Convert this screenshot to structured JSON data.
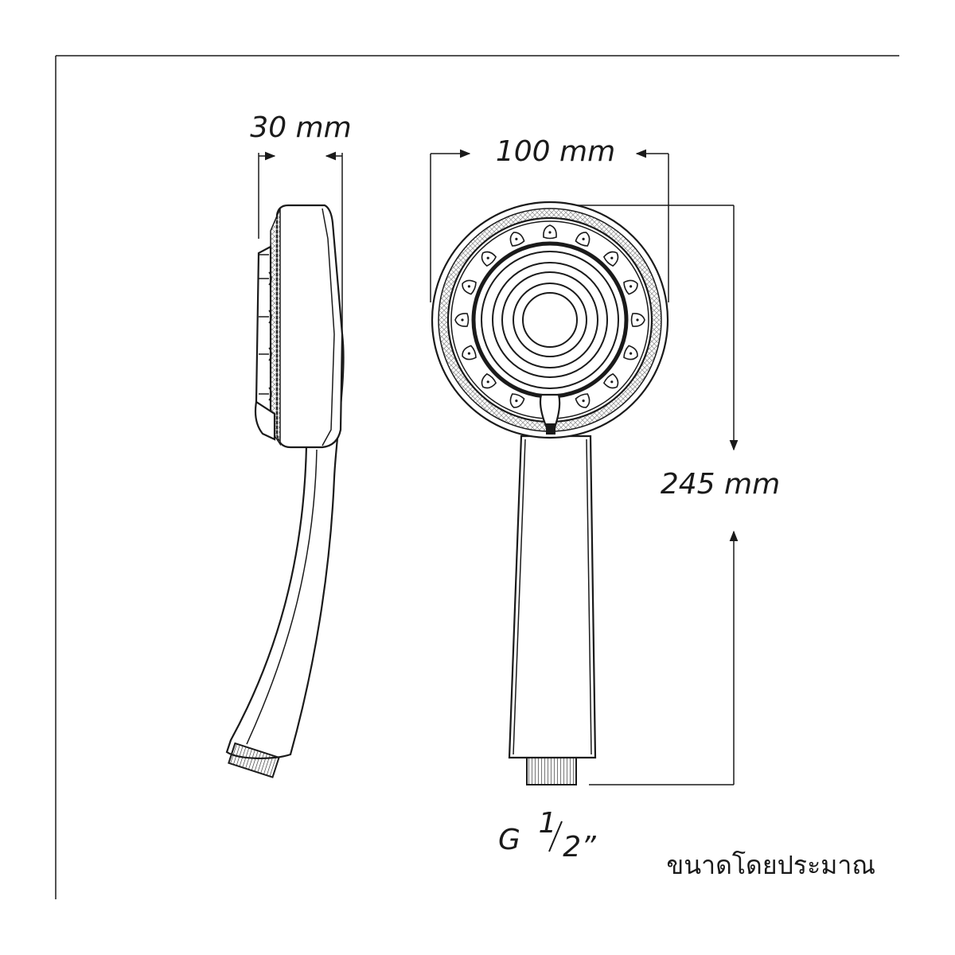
{
  "labels": {
    "depth": "30 mm",
    "width": "100 mm",
    "length": "245 mm",
    "thread_prefix": "G",
    "thread_num": "1",
    "thread_den": "2”",
    "note": "ขนาดโดยประมาณ"
  },
  "colors": {
    "line": "#1a1a1a",
    "hatch": "#9a9a9a",
    "background": "#ffffff"
  }
}
